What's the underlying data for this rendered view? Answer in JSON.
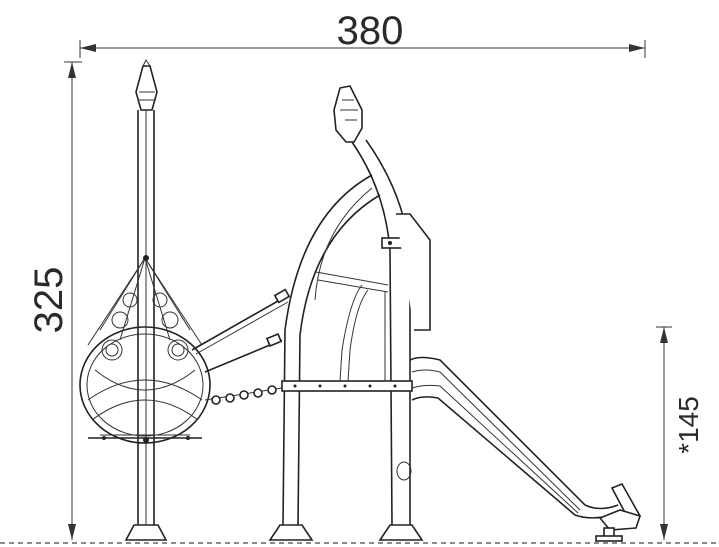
{
  "dimensions": {
    "width_label": "380",
    "height_label": "325",
    "platform_height_label": "*145"
  }
}
